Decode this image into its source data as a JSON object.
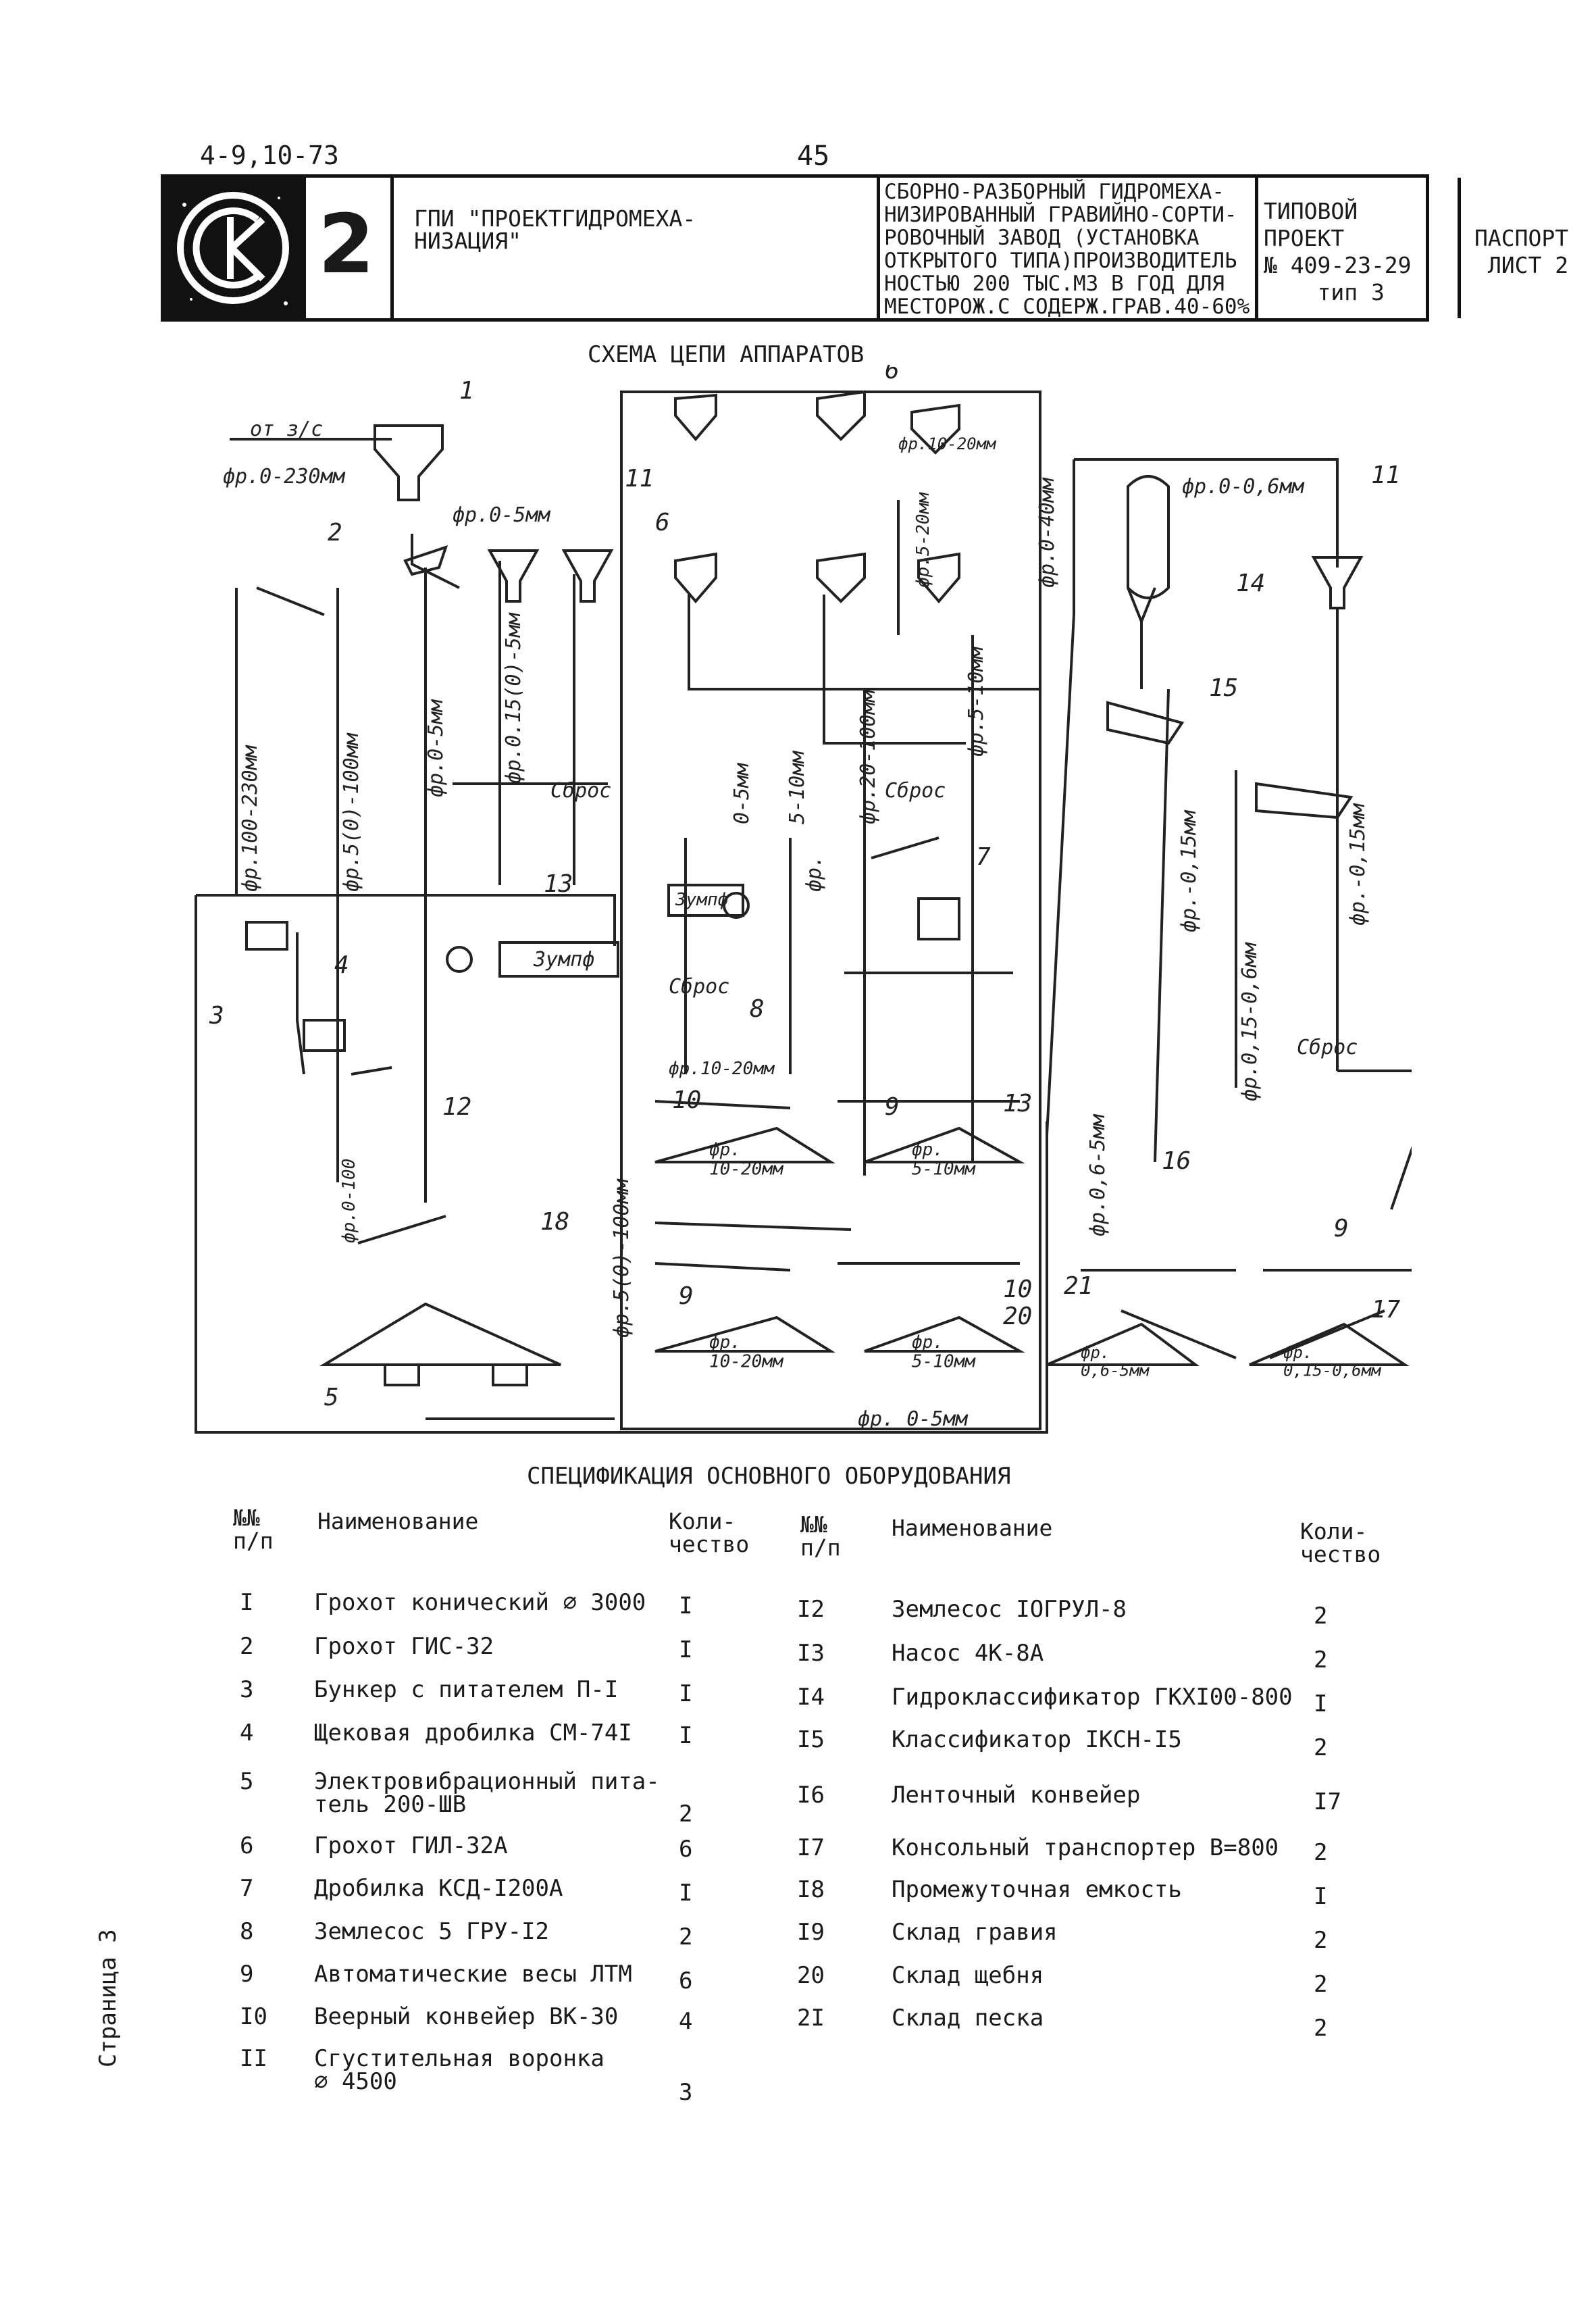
{
  "header": {
    "code": "4-9,10-73",
    "page_number": "45"
  },
  "stamp": {
    "logo_text": "СК",
    "sheet_number": "2",
    "organization": "ГПИ \"ПРОЕКТГИДРОМЕХА-\nНИЗАЦИЯ\"",
    "title": "СБОРНО-РАЗБОРНЫЙ ГИДРОМЕХА-\nНИЗИРОВАННЫЙ ГРАВИЙНО-СОРТИ-\nРОВОЧНЫЙ ЗАВОД (УСТАНОВКА\nОТКРЫТОГО ТИПА)ПРОИЗВОДИТЕЛЬ\nНОСТЬЮ 200 ТЫС.М3 В ГОД ДЛЯ\nМЕСТОРОЖ.С СОДЕРЖ.ГРАВ.40-60%",
    "project": "ТИПОВОЙ\nПРОЕКТ\n№ 409-23-29\n    тип 3",
    "passport": "ПАСПОРТ\n ЛИСТ 2"
  },
  "schema": {
    "title": "СХЕМА ЦЕПИ АППАРАТОВ",
    "labels": {
      "from_zs": "от з/с",
      "fr_0_230": "фр.0-230мм",
      "fr_0_5_a": "фр.0-5мм",
      "fr_0_06": "фр.0-0,6мм",
      "fr_10_20_top": "фр.10-20мм",
      "fr_5_20": "фр.5-20мм",
      "fr_0_40": "фр.0-40мм",
      "fr_100_230": "фр.100-230мм",
      "fr_5_100_a": "фр.5(0)-100мм",
      "fr_0_5_b": "фр.0-5мм",
      "fr_015_5": "фр.0.15(0)-5мм",
      "sbros_1": "Сброс",
      "fr_0_5_c": "0-5мм",
      "fr_5_10_a": "5-10мм",
      "fr_20_100": "фр.20-100мм",
      "fr_5_10_b": "фр.5-10мм",
      "sbros_2": "Сброс",
      "fr_0_015": "фр.-0,15мм",
      "fr_0_015_b": "фр.-0,15мм",
      "fr_015_06": "фр.0,15-0,6мм",
      "sbros_3": "Сброс",
      "sbros_4": "Сброс",
      "zumpf_1": "Зумпф",
      "zumpf_2": "Зумпф",
      "fr_5_a": "фр.",
      "fr_10_20_mid": "фр.10-20мм",
      "fr_0_100": "фр.0-100",
      "fr_5_100_b": "фр.5(0)-100мм",
      "fr_06_5": "фр.0,6-5мм",
      "pile_10_20_a": "фр.\n10-20мм",
      "pile_5_10_a": "фр.\n5-10мм",
      "pile_10_20_b": "фр.\n10-20мм",
      "pile_5_10_b": "фр.\n5-10мм",
      "pile_06_5": "фр.\n0,6-5мм",
      "pile_015_06": "фр.\n0,15-0,6мм",
      "fr_0_5_bottom": "фр. 0-5мм"
    },
    "numbers": [
      "1",
      "2",
      "3",
      "4",
      "5",
      "6",
      "6",
      "7",
      "8",
      "9",
      "9",
      "9",
      "10",
      "10",
      "11",
      "11",
      "12",
      "13",
      "13",
      "14",
      "15",
      "16",
      "17",
      "18",
      "20",
      "21"
    ]
  },
  "spec": {
    "title": "СПЕЦИФИКАЦИЯ ОСНОВНОГО ОБОРУДОВАНИЯ",
    "headers": {
      "num": "№№\nп/п",
      "name": "Наименование",
      "qty": "Коли-\nчество"
    },
    "left": [
      {
        "n": "I",
        "name": "Грохот конический ∅ 3000",
        "q": "I"
      },
      {
        "n": "2",
        "name": "Грохот ГИС-32",
        "q": "I"
      },
      {
        "n": "3",
        "name": "Бункер с питателем П-I",
        "q": "I"
      },
      {
        "n": "4",
        "name": "Щековая дробилка СМ-74I",
        "q": "I"
      },
      {
        "n": "5",
        "name": "Электровибрационный пита-\nтель 200-ШВ",
        "q": "2"
      },
      {
        "n": "6",
        "name": "Грохот ГИЛ-32А",
        "q": "6"
      },
      {
        "n": "7",
        "name": "Дробилка КСД-I200А",
        "q": "I"
      },
      {
        "n": "8",
        "name": "Землесос 5 ГРУ-I2",
        "q": "2"
      },
      {
        "n": "9",
        "name": "Автоматические весы ЛТМ",
        "q": "6"
      },
      {
        "n": "I0",
        "name": "Веерный конвейер ВК-30",
        "q": "4"
      },
      {
        "n": "II",
        "name": "Сгустительная воронка\n∅ 4500",
        "q": "3"
      }
    ],
    "right": [
      {
        "n": "I2",
        "name": "Землесос IОГРУЛ-8",
        "q": "2"
      },
      {
        "n": "I3",
        "name": "Насос 4К-8А",
        "q": "2"
      },
      {
        "n": "I4",
        "name": "Гидроклассификатор ГКХI00-800",
        "q": "I"
      },
      {
        "n": "I5",
        "name": "Классификатор IКСН-I5",
        "q": "2"
      },
      {
        "n": "I6",
        "name": "Ленточный конвейер",
        "q": "I7"
      },
      {
        "n": "I7",
        "name": "Консольный транспортер В=800",
        "q": "2"
      },
      {
        "n": "I8",
        "name": "Промежуточная емкость",
        "q": "I"
      },
      {
        "n": "I9",
        "name": "Склад гравия",
        "q": "2"
      },
      {
        "n": "20",
        "name": "Склад щебня",
        "q": "2"
      },
      {
        "n": "2I",
        "name": "Склад песка",
        "q": "2"
      }
    ]
  },
  "side_note": "Страница 3"
}
